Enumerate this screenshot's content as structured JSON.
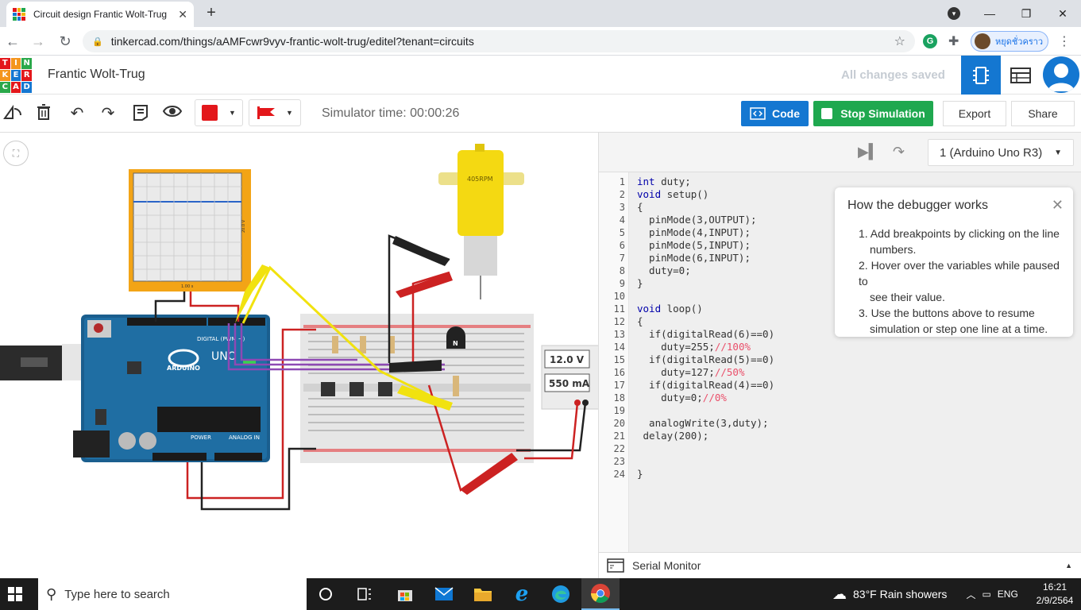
{
  "browser": {
    "tab_title": "Circuit design Frantic Wolt-Trug |",
    "url": "tinkercad.com/things/aAMFcwr9vyv-frantic-wolt-trug/editel?tenant=circuits",
    "profile_label": "หยุดชั่วคราว",
    "colors": {
      "tabstrip": "#dee1e6",
      "accent": "#1a73e8"
    }
  },
  "header": {
    "logo_letters": [
      "T",
      "I",
      "N",
      "K",
      "E",
      "R",
      "C",
      "A",
      "D"
    ],
    "design_title": "Frantic Wolt-Trug",
    "save_status": "All changes saved",
    "accent": "#1477d1"
  },
  "toolbar": {
    "simulator_time": "Simulator time: 00:00:26",
    "code_label": "Code",
    "stop_label": "Stop Simulation",
    "export_label": "Export",
    "share_label": "Share",
    "fill_color": "#e3171b"
  },
  "canvas": {
    "motor_label": "405RPM",
    "power_voltage": "12.0 V",
    "power_current": "550 mA",
    "arduino_brand": "ARDUINO",
    "arduino_model": "UNO",
    "transistor_label": "N",
    "oscilloscope_scale": "1.00 s",
    "oscilloscope_vscale": "20.0 V"
  },
  "code_panel": {
    "device": "1 (Arduino Uno R3)",
    "serial_monitor": "Serial Monitor",
    "line_numbers": [
      "1",
      "2",
      "3",
      "4",
      "5",
      "6",
      "7",
      "8",
      "9",
      "10",
      "11",
      "12",
      "13",
      "14",
      "15",
      "16",
      "17",
      "18",
      "19",
      "20",
      "21",
      "22",
      "23",
      "24"
    ],
    "lines": [
      "int duty;",
      "void setup()",
      "{",
      "  pinMode(3,OUTPUT);",
      "  pinMode(4,INPUT);",
      "  pinMode(5,INPUT);",
      "  pinMode(6,INPUT);",
      "  duty=0;",
      "}",
      "",
      "void loop()",
      "{",
      "  if(digitalRead(6)==0)",
      "    duty=255;//100%",
      "  if(digitalRead(5)==0)",
      "    duty=127;//50%",
      "  if(digitalRead(4)==0)",
      "    duty=0;//0%",
      "",
      "  analogWrite(3,duty);",
      " delay(200);",
      "",
      "",
      "}"
    ]
  },
  "debugger_tip": {
    "title": "How the debugger works",
    "items": [
      "1. Add breakpoints by clicking on the line",
      "numbers.",
      "2. Hover over the variables while paused to",
      "see their value.",
      "3. Use the buttons above to resume",
      "simulation or step one line at a time."
    ]
  },
  "taskbar": {
    "search_placeholder": "Type here to search",
    "weather": "83°F  Rain showers",
    "language": "ENG",
    "time": "16:21",
    "date": "2/9/2564"
  }
}
